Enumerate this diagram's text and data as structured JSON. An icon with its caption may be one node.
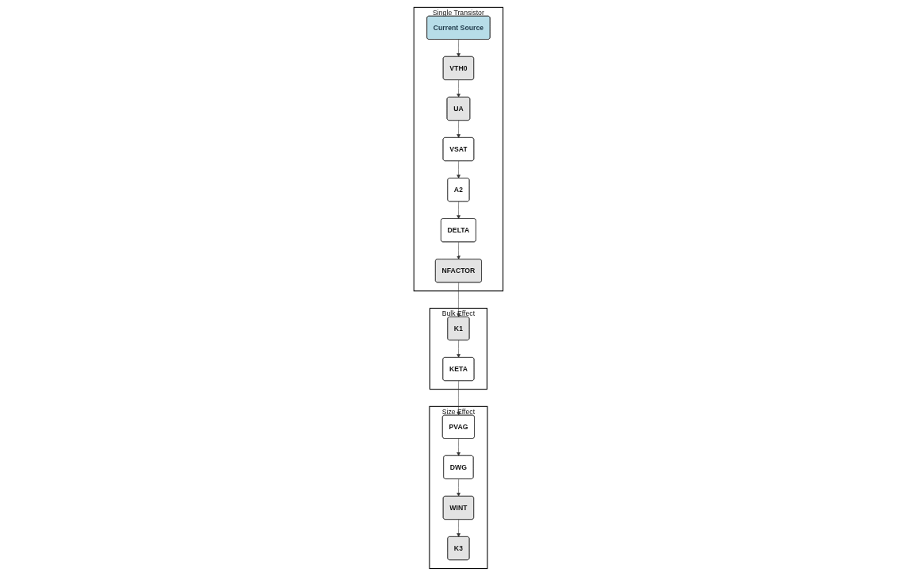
{
  "diagram": {
    "nodes": [
      {
        "text": [
          "Single Transistor"
        ]
      },
      {
        "text": [
          "Current Source"
        ],
        "in": 0
      },
      {
        "text": [
          "VTH0"
        ],
        "in": 0
      },
      {
        "text": [
          "UA"
        ],
        "in": 0
      },
      {
        "text": [
          "VSAT"
        ],
        "in": 0
      },
      {
        "text": [
          "A2"
        ],
        "in": 0
      },
      {
        "text": [
          "DELTA"
        ],
        "in": 0
      },
      {
        "text": [
          "NFACTOR"
        ],
        "in": 0
      },
      {
        "text": [
          "Bulk Effect"
        ]
      },
      {
        "text": [
          "K1"
        ],
        "in": 8
      },
      {
        "text": [
          "KETA"
        ],
        "in": 8
      },
      {
        "text": [
          "Size Effect"
        ]
      },
      {
        "text": [
          "PVAG"
        ],
        "in": 11
      },
      {
        "text": [
          "DWG"
        ],
        "in": 11
      },
      {
        "text": [
          "WINT"
        ],
        "in": 11
      },
      {
        "text": [
          "K3"
        ],
        "in": 11
      }
    ],
    "edges": [
      {
        "from": 1,
        "to": 2,
        "arrow": "to"
      },
      {
        "from": 2,
        "to": 3,
        "arrow": "to"
      },
      {
        "from": 3,
        "to": 4,
        "arrow": "to"
      },
      {
        "from": 4,
        "to": 5,
        "arrow": "to"
      },
      {
        "from": 5,
        "to": 6,
        "arrow": "to"
      },
      {
        "from": 6,
        "to": 7,
        "arrow": "to"
      },
      {
        "from": 7,
        "to": 9,
        "arrow": "to"
      },
      {
        "from": 9,
        "to": 10,
        "arrow": "to"
      },
      {
        "from": 10,
        "to": 12,
        "arrow": "to"
      },
      {
        "from": 12,
        "to": 13,
        "arrow": "to"
      },
      {
        "from": 13,
        "to": 14,
        "arrow": "to"
      },
      {
        "from": 14,
        "to": 15,
        "arrow": "to"
      }
    ]
  }
}
